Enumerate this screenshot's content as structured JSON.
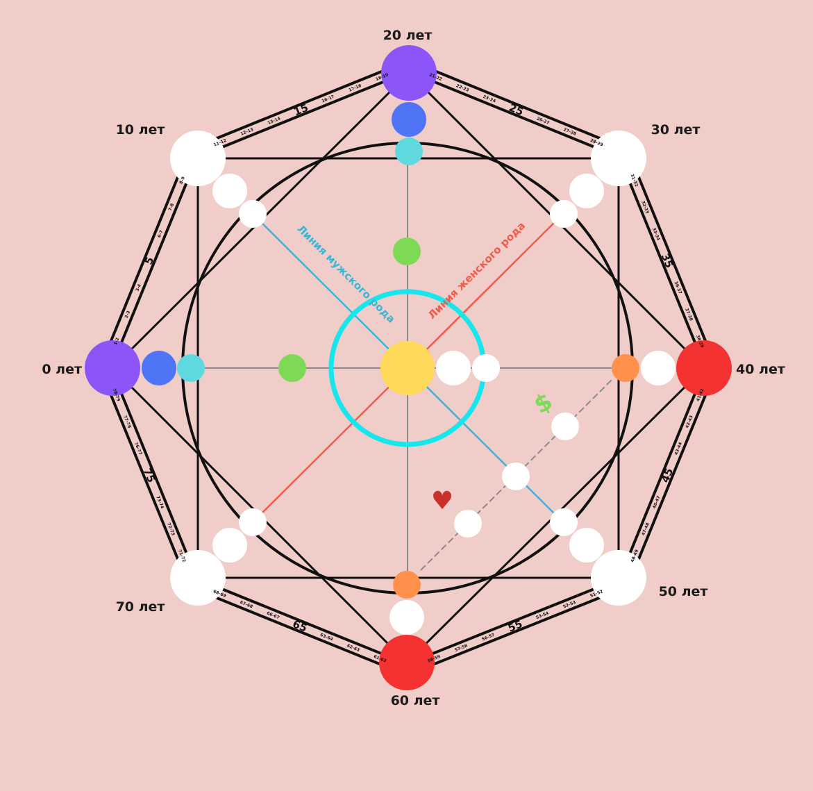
{
  "age_labels": {
    "a0": "0 лет",
    "a10": "10 лет",
    "a20": "20 лет",
    "a30": "30 лет",
    "a40": "40 лет",
    "a50": "50 лет",
    "a60": "60 лет",
    "a70": "70 лет"
  },
  "line_labels": {
    "male": "Линия мужского рода",
    "female": "Линия женского рода"
  },
  "five_year_marks": [
    "5",
    "15",
    "25",
    "35",
    "45",
    "55",
    "65",
    "75"
  ],
  "segments": [
    [
      "1-2",
      "2-3",
      "3-4",
      "",
      "6-7",
      "7-8",
      "8-9"
    ],
    [
      "11-12",
      "12-13",
      "13-14",
      "",
      "16-17",
      "17-18",
      "18-19"
    ],
    [
      "21-22",
      "22-23",
      "23-24",
      "",
      "26-27",
      "27-28",
      "28-29"
    ],
    [
      "31-32",
      "32-33",
      "33-34",
      "",
      "36-37",
      "37-38",
      "38-39"
    ],
    [
      "41-42",
      "42-43",
      "43-44",
      "",
      "46-47",
      "47-48",
      "48-49"
    ],
    [
      "51-52",
      "52-53",
      "53-54",
      "",
      "56-57",
      "57-58",
      "58-59"
    ],
    [
      "61-62",
      "62-63",
      "63-64",
      "",
      "66-67",
      "67-68",
      "68-69"
    ],
    [
      "71-72",
      "72-73",
      "73-74",
      "",
      "76-77",
      "77-78",
      "78-79"
    ]
  ],
  "symbols": {
    "money": "$",
    "love": "♥"
  },
  "colors": {
    "background": "#f0cdc8",
    "violet": "#8b55f7",
    "blue": "#4f74f5",
    "cyan": "#5fd8e0",
    "green": "#7ed957",
    "yellow": "#ffd95a",
    "orange": "#ff914d",
    "red": "#f53232",
    "male_line": "#38b6d9",
    "female_line": "#f25a4a",
    "ring": "#17e6ec"
  }
}
